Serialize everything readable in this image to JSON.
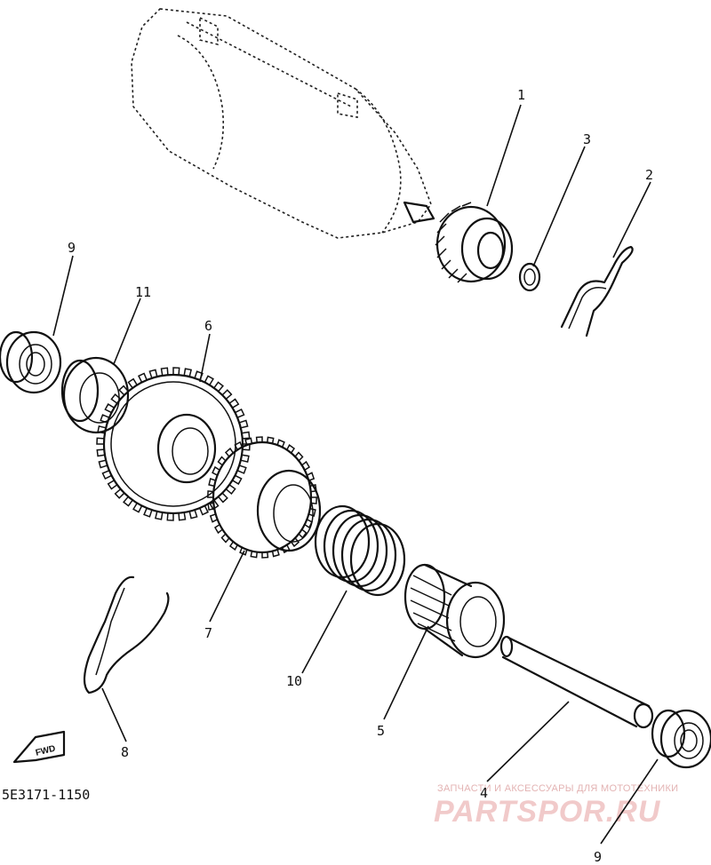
{
  "diagram": {
    "part_code": "5E3171-1150",
    "direction_badge": "FWD",
    "callouts": [
      {
        "id": "c1",
        "label": "1"
      },
      {
        "id": "c2",
        "label": "2"
      },
      {
        "id": "c3",
        "label": "3"
      },
      {
        "id": "c4",
        "label": "4"
      },
      {
        "id": "c5",
        "label": "5"
      },
      {
        "id": "c6",
        "label": "6"
      },
      {
        "id": "c7",
        "label": "7"
      },
      {
        "id": "c8",
        "label": "8"
      },
      {
        "id": "c9a",
        "label": "9"
      },
      {
        "id": "c9b",
        "label": "9"
      },
      {
        "id": "c10",
        "label": "10"
      },
      {
        "id": "c11",
        "label": "11"
      }
    ]
  },
  "watermark": {
    "caption": "ЗАПЧАСТИ И АКСЕССУАРЫ ДЛЯ МОТОТЕХНИКИ",
    "brand": "PARTSPOR.RU",
    "colors": {
      "caption": "#e3b3b3",
      "brand": "#f1caca"
    }
  }
}
